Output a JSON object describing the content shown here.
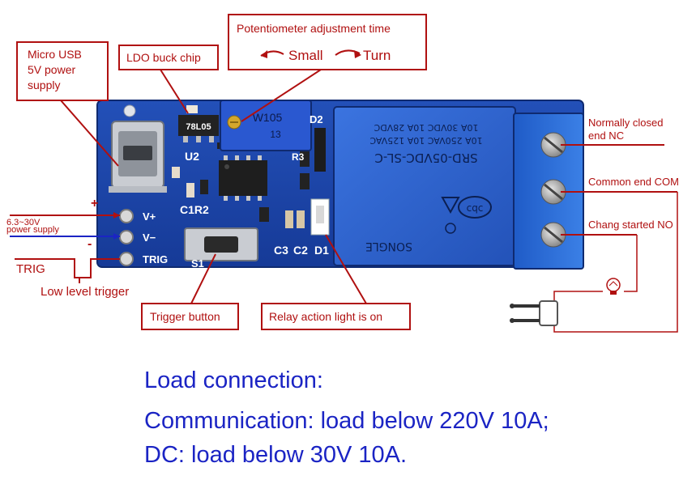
{
  "callouts": {
    "micro_usb": [
      "Micro USB",
      "5V power",
      "supply"
    ],
    "ldo": "LDO buck chip",
    "potentiometer_title": "Potentiometer adjustment time",
    "small": "Small",
    "turn": "Turn",
    "trigger_button": "Trigger button",
    "relay_light": "Relay action light is on",
    "nc": [
      "Normally closed",
      "end NC"
    ],
    "com": "Common end COM",
    "no": "Chang started NO",
    "power_supply": [
      "6.3~30V",
      "power supply"
    ],
    "plus": "+",
    "minus": "-",
    "trig": "TRIG",
    "low_level": "Low level trigger"
  },
  "board": {
    "pins": [
      "V+",
      "V−",
      "TRIG"
    ],
    "silk": {
      "u2": "U2",
      "c1r2": "C1R2",
      "s1": "S1",
      "c3": "C3",
      "c2": "C2",
      "d1": "D1",
      "d2": "D2",
      "r3": "R3",
      "chip": "78L05",
      "pot_top": "W105",
      "pot_bottom": "13"
    },
    "relay": {
      "model": "SRD-05VDC-SL-C",
      "rating1": "10A 250VAC  10A 125VAC",
      "rating2": "10A 30VDC  10A 28VDC",
      "brand": "SONGLE",
      "cert": "cqc"
    }
  },
  "colors": {
    "callout": "#b01010",
    "pcb": "#1a3fa6",
    "relay": "#2b5fd0",
    "terminal": "#2c6fd6",
    "load_text": "#1b24c4"
  },
  "load": {
    "title": "Load connection:",
    "ac": "Communication: load below 220V 10A;",
    "dc": "DC: load below 30V 10A."
  }
}
